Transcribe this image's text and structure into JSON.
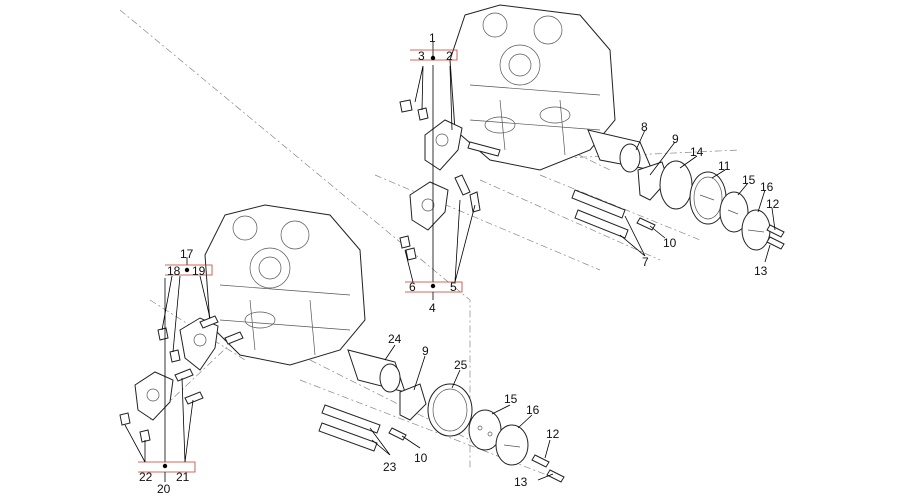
{
  "labels": {
    "l1": "1",
    "l2": "2",
    "l3": "3",
    "l4": "4",
    "l5": "5",
    "l6": "6",
    "l7": "7",
    "l8": "8",
    "l9a": "9",
    "l9b": "9",
    "l10a": "10",
    "l10b": "10",
    "l11": "11",
    "l12a": "12",
    "l12b": "12",
    "l13a": "13",
    "l13b": "13",
    "l14": "14",
    "l15a": "15",
    "l15b": "15",
    "l16a": "16",
    "l16b": "16",
    "l17": "17",
    "l18": "18",
    "l19": "19",
    "l20": "20",
    "l21": "21",
    "l22": "22",
    "l23": "23",
    "l24": "24",
    "l25": "25"
  }
}
